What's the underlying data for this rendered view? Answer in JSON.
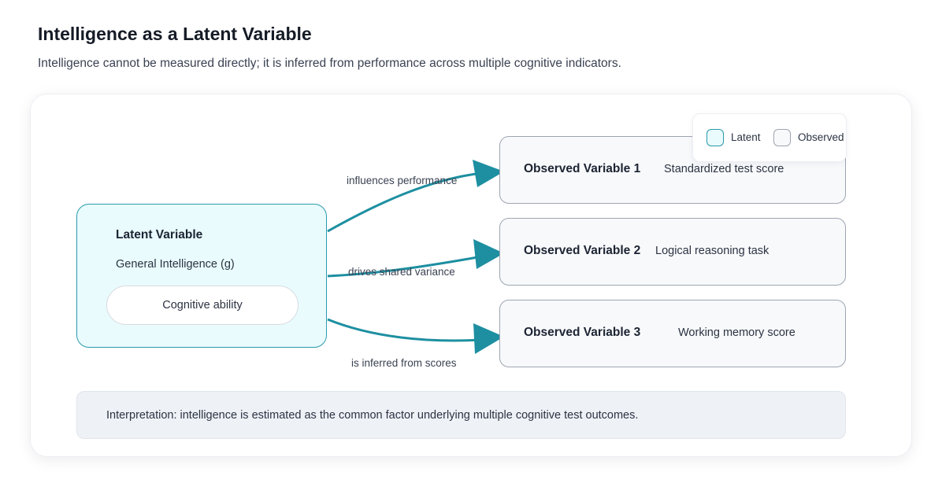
{
  "header": {
    "title": "Intelligence as a Latent Variable",
    "subtitle": "Intelligence cannot be measured directly; it is inferred from performance across multiple cognitive indicators."
  },
  "colors": {
    "accent": "#1d8fa1",
    "latent_fill": "#e9fbfd",
    "latent_border": "#2a9aab",
    "observed_fill": "#f8f9fb",
    "observed_border": "#9ea5b1"
  },
  "legend": {
    "latent_label": "Latent",
    "observed_label": "Observed"
  },
  "latent_node": {
    "title": "Latent Variable",
    "subtitle": "General Intelligence (g)",
    "pill": "Cognitive ability"
  },
  "observed_nodes": [
    {
      "title": "Observed Variable 1",
      "description": "Standardized test score"
    },
    {
      "title": "Observed Variable 2",
      "description": "Logical reasoning task"
    },
    {
      "title": "Observed Variable 3",
      "description": "Working memory score"
    }
  ],
  "edges": [
    {
      "label": "influences performance"
    },
    {
      "label": "drives shared variance"
    },
    {
      "label": "is inferred from scores"
    }
  ],
  "interpretation": "Interpretation: intelligence is estimated as the common factor underlying multiple cognitive test outcomes."
}
